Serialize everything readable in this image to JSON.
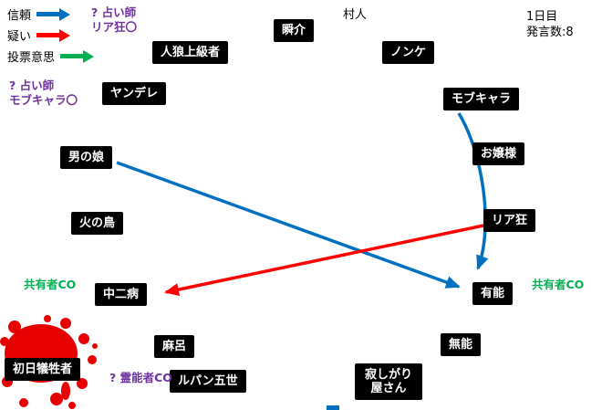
{
  "colors": {
    "purple": "#7030A0",
    "green": "#00B050",
    "blue": "#0070C0",
    "red": "#FF0000",
    "box_bg": "#000000",
    "box_text": "#FFFFFF",
    "blood": "#E60000"
  },
  "header": {
    "villager_note": "村人",
    "day": "1日目",
    "speech_count": "発言数:8"
  },
  "legend": {
    "items": [
      {
        "label": "信頼",
        "meaning": "trust",
        "color": "#0070C0"
      },
      {
        "label": "疑い",
        "meaning": "suspicion",
        "color": "#FF0000"
      },
      {
        "label": "投票意思",
        "meaning": "vote-intent",
        "color": "#00B050"
      }
    ]
  },
  "annotations": {
    "seer_claim_top": {
      "line1": "? 占い師",
      "line2": "リア狂〇"
    },
    "seer_claim_left": {
      "line1": "? 占い師",
      "line2": "モブキャラ〇"
    },
    "co_left": "共有者CO",
    "co_right": "共有者CO",
    "medium_co": "? 霊能者CO"
  },
  "players": [
    {
      "name": "瞬介"
    },
    {
      "name": "人狼上級者"
    },
    {
      "name": "ノンケ"
    },
    {
      "name": "ヤンデレ"
    },
    {
      "name": "モブキャラ"
    },
    {
      "name": "男の娘"
    },
    {
      "name": "お嬢様"
    },
    {
      "name": "火の鳥"
    },
    {
      "name": "リア狂"
    },
    {
      "name": "中二病"
    },
    {
      "name": "有能"
    },
    {
      "name": "麻呂"
    },
    {
      "name": "無能"
    },
    {
      "name": "初日犠牲者"
    },
    {
      "name": "ルパン五世"
    },
    {
      "name": "寂しがり屋さん"
    }
  ],
  "edges": [
    {
      "type": "trust",
      "from": "男の娘",
      "to": "有能",
      "color": "#0070C0"
    },
    {
      "type": "trust",
      "from": "モブキャラ",
      "to": "有能",
      "color": "#0070C0"
    },
    {
      "type": "suspicion",
      "from": "リア狂",
      "to": "中二病",
      "color": "#FF0000"
    }
  ]
}
